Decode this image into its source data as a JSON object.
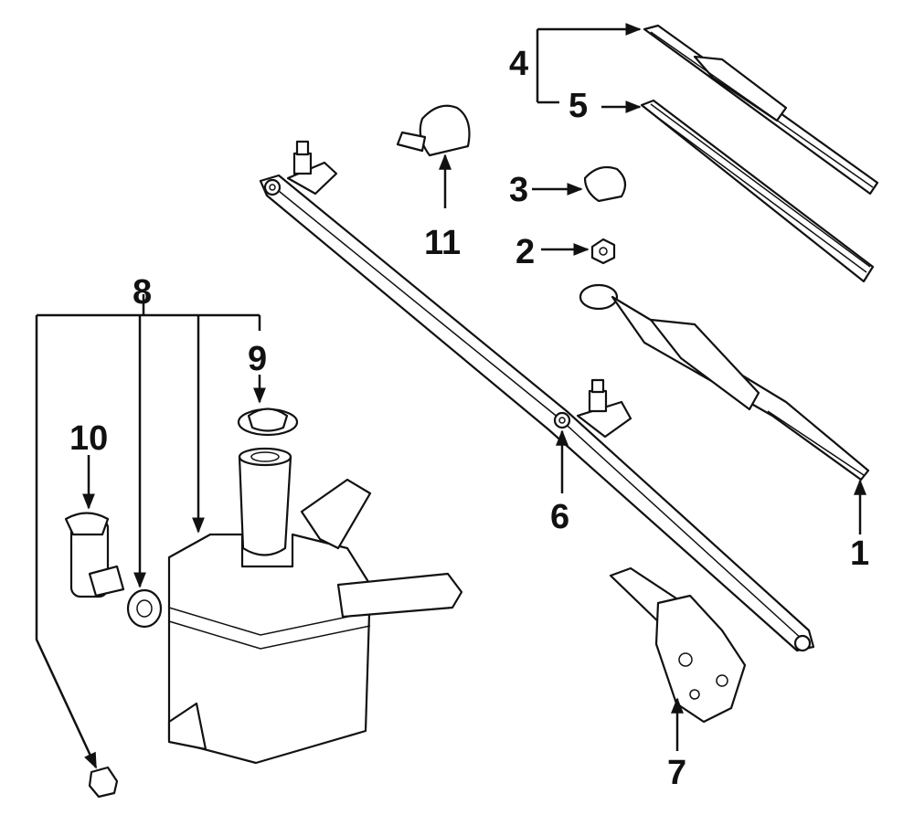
{
  "callouts": {
    "c1": "1",
    "c2": "2",
    "c3": "3",
    "c4": "4",
    "c5": "5",
    "c6": "6",
    "c7": "7",
    "c8": "8",
    "c9": "9",
    "c10": "10",
    "c11": "11"
  },
  "colors": {
    "ink": "#111111",
    "paper": "#ffffff"
  }
}
